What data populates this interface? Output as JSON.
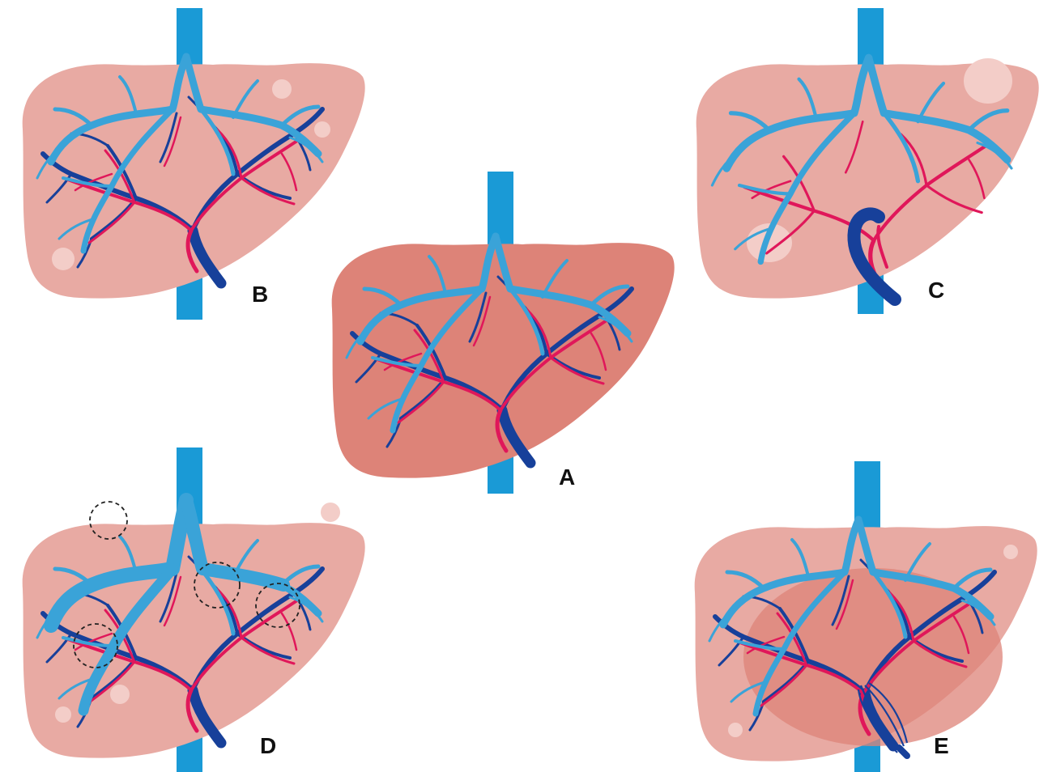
{
  "colors": {
    "background": "#ffffff",
    "ivc": "#1a9ad6",
    "hepatic_vein": "#3aa3d8",
    "portal_vein": "#17409a",
    "hepatic_artery": "#e0175a",
    "liver_normal": "#dd8378",
    "liver_pale": "#e8aaa3",
    "liver_highlight": "#f3cdc8",
    "dashed_circle": "#222222"
  },
  "icons": {
    "liver": "liver-shape-icon",
    "vessels": "vessel-tree-icon",
    "circle": "dashed-circle-icon"
  },
  "panels": [
    {
      "id": "A",
      "label": "A"
    },
    {
      "id": "B",
      "label": "B"
    },
    {
      "id": "C",
      "label": "C"
    },
    {
      "id": "D",
      "label": "D"
    },
    {
      "id": "E",
      "label": "E"
    }
  ]
}
